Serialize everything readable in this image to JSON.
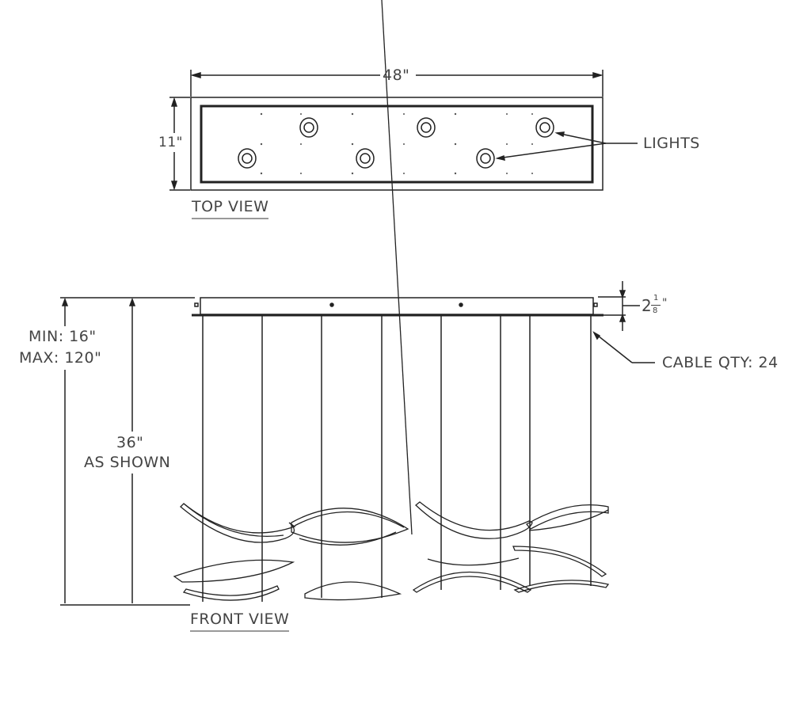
{
  "top_view": {
    "title": "TOP VIEW",
    "width_dim": "48\"",
    "depth_dim": "11\"",
    "callout": "LIGHTS",
    "light_count": 6
  },
  "front_view": {
    "title": "FRONT VIEW",
    "canopy_height_whole": "2",
    "canopy_height_num": "1",
    "canopy_height_den": "8",
    "canopy_height_unit": "\"",
    "overall_min": "MIN: 16\"",
    "overall_max": "MAX: 120\"",
    "shown_height": "36\"",
    "shown_note": "AS SHOWN",
    "cable_callout": "CABLE QTY: 24"
  },
  "colors": {
    "line": "#222222",
    "text": "#444444",
    "background": "#ffffff"
  }
}
